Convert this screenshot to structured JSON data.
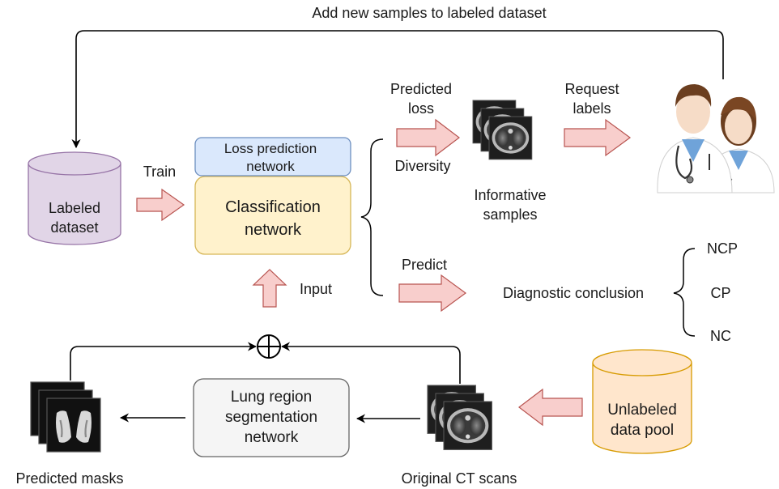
{
  "feedback_label": "Add new samples to labeled dataset",
  "labeled_dataset": {
    "line1": "Labeled",
    "line2": "dataset"
  },
  "train_label": "Train",
  "loss_prediction": {
    "line1": "Loss prediction",
    "line2": "network"
  },
  "classification": {
    "line1": "Classification",
    "line2": "network"
  },
  "predicted_loss": {
    "line1": "Predicted",
    "line2": "loss"
  },
  "diversity_label": "Diversity",
  "informative_samples": {
    "line1": "Informative",
    "line2": "samples"
  },
  "request_labels": {
    "line1": "Request",
    "line2": "labels"
  },
  "predict_label": "Predict",
  "input_label": "Input",
  "diagnostic_conclusion": "Diagnostic conclusion",
  "classes": [
    "NCP",
    "CP",
    "NC"
  ],
  "lung_segmentation": {
    "line1": "Lung region",
    "line2": "segmentation",
    "line3": "network"
  },
  "predicted_masks": "Predicted masks",
  "original_ct": "Original CT scans",
  "unlabeled_pool": {
    "line1": "Unlabeled",
    "line2": "data pool"
  },
  "colors": {
    "labeled_fill": "#e1d5e7",
    "labeled_stroke": "#9673a6",
    "loss_fill": "#dae8fc",
    "loss_stroke": "#6c8ebf",
    "class_fill": "#fff2cc",
    "class_stroke": "#d6b656",
    "pool_fill": "#ffe6cc",
    "pool_stroke": "#d79b00",
    "seg_fill": "#f5f5f5",
    "seg_stroke": "#666666",
    "arrow_fill": "#f8cecc",
    "arrow_stroke": "#b85450"
  }
}
